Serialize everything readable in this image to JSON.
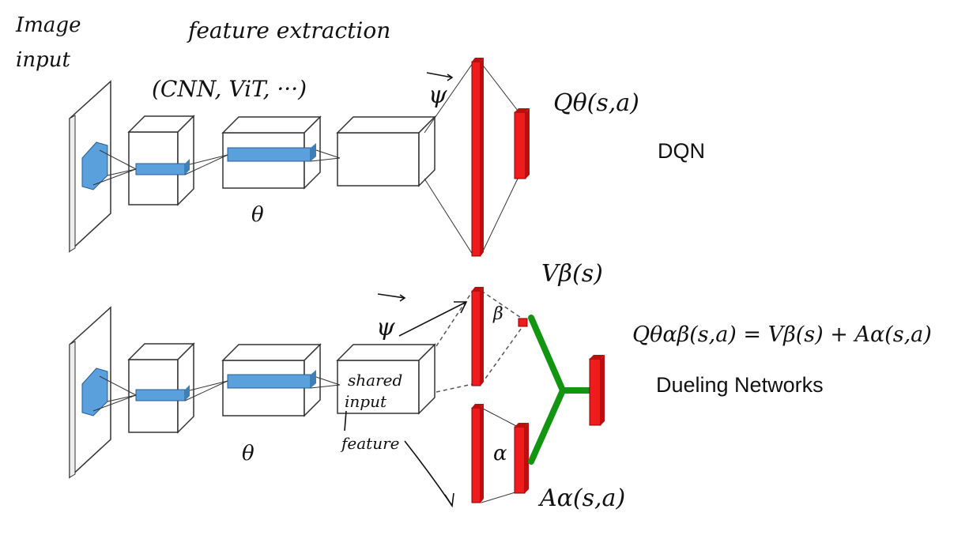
{
  "annotations": {
    "image_input_line1": "Image",
    "image_input_line2": "input",
    "feature_extraction": "feature extraction",
    "backbones": "(CNN, ViT, ···)",
    "psi_top": "ψ",
    "q_top": "Qθ(s,a)",
    "theta_top": "θ",
    "v_label": "Vβ(s)",
    "beta_label": "β",
    "psi_bottom": "ψ",
    "equation": "Qθαβ(s,a) = Vβ(s) + Aα(s,a)",
    "shared_line1": "shared",
    "shared_line2": "input",
    "shared_line3": "feature",
    "alpha_label": "α",
    "theta_bottom": "θ",
    "a_label": "Aα(s,a)"
  },
  "titles": {
    "dqn": "DQN",
    "dueling": "Dueling Networks"
  },
  "colors": {
    "layer_red": "#ee1c1c",
    "feature_blue": "#5aa0dc",
    "aggregate_green": "#129612",
    "line": "#333333"
  }
}
